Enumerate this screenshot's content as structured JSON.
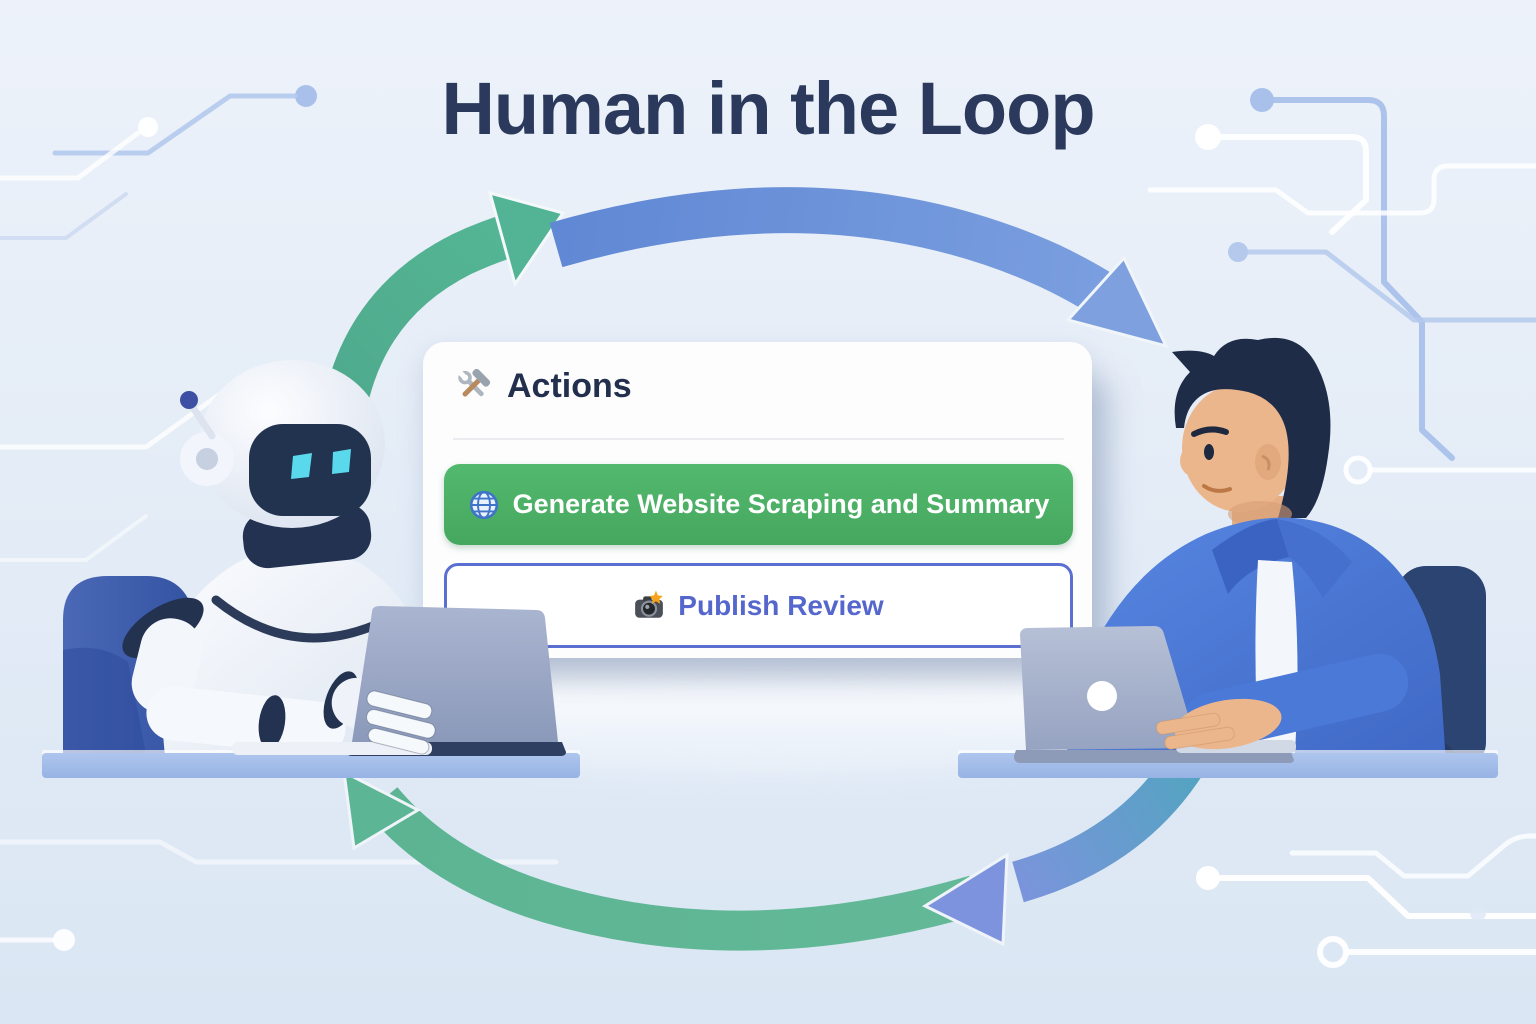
{
  "title": "Human in the Loop",
  "card": {
    "header": {
      "icon": "🛠️",
      "icon_name": "hammer-wrench-icon",
      "label": "Actions"
    },
    "buttons": [
      {
        "icon": "🌐",
        "icon_name": "globe-icon",
        "label": "Generate Website Scraping and Summary"
      },
      {
        "icon": "📸",
        "icon_name": "camera-flash-icon",
        "label": "Publish Review"
      }
    ]
  },
  "colors": {
    "title_text": "#2b3a5c",
    "card_background": "#fdfdfe",
    "green_button": "#4cb266",
    "green_button_text": "#ffffff",
    "publish_button_border": "#5a6fd0",
    "publish_button_text": "#5566cd",
    "arc_green": "#57b394",
    "arc_blue": "#7397dc",
    "desk": "#a6bfea",
    "background": "#e8eef8"
  }
}
